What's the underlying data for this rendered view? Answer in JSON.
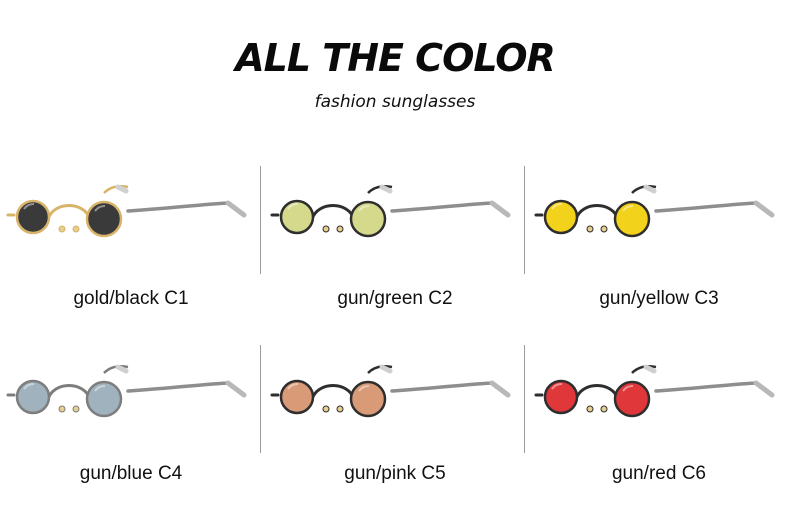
{
  "header": {
    "title": "ALL THE COLOR",
    "subtitle": "fashion sunglasses"
  },
  "products": [
    {
      "label": "gold/black C1",
      "frame_color": "#d8b46a",
      "lens_color": "#3a3a3a",
      "icon": "round-sunglasses-icon"
    },
    {
      "label": "gun/green C2",
      "frame_color": "#2e2e2e",
      "lens_color": "#d4d98c",
      "icon": "round-sunglasses-icon"
    },
    {
      "label": "gun/yellow C3",
      "frame_color": "#2e2e2e",
      "lens_color": "#f3d21c",
      "icon": "round-sunglasses-icon"
    },
    {
      "label": "gun/blue C4",
      "frame_color": "#7d7d7d",
      "lens_color": "#9fb2bd",
      "icon": "round-sunglasses-icon"
    },
    {
      "label": "gun/pink C5",
      "frame_color": "#2e2e2e",
      "lens_color": "#d99a78",
      "icon": "round-sunglasses-icon"
    },
    {
      "label": "gun/red C6",
      "frame_color": "#2e2e2e",
      "lens_color": "#e0383a",
      "icon": "round-sunglasses-icon"
    }
  ]
}
